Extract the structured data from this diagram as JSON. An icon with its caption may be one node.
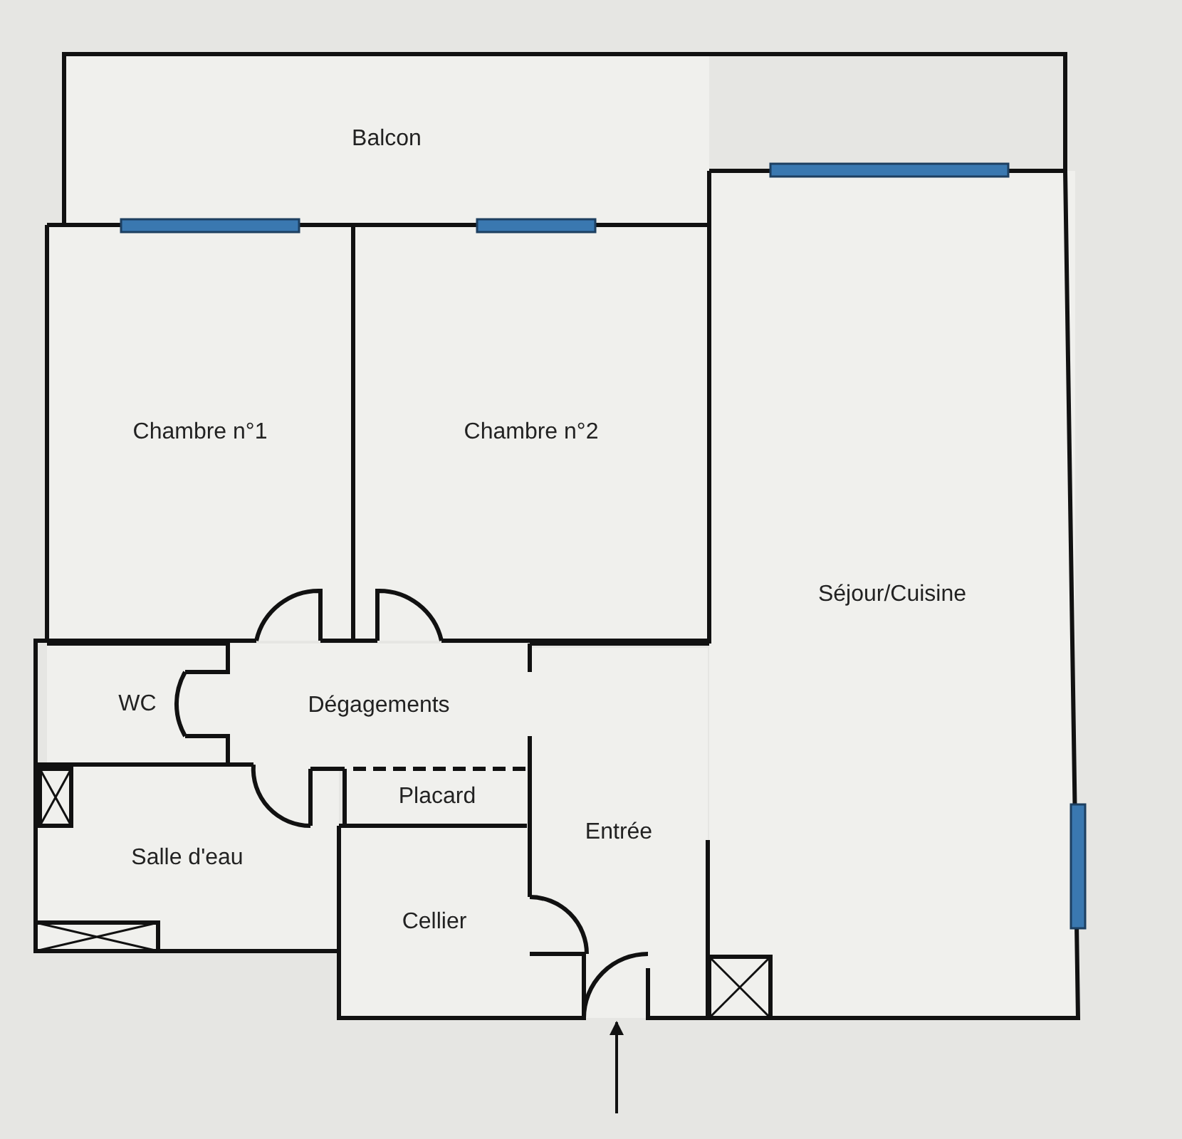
{
  "diagram": {
    "nodes": [
      {
        "text": [
          "Balcon"
        ]
      },
      {
        "text": [
          "Chambre n°1"
        ]
      },
      {
        "text": [
          "Chambre n°2"
        ]
      },
      {
        "text": [
          "Séjour/Cuisine"
        ]
      },
      {
        "text": [
          "WC"
        ]
      },
      {
        "text": [
          "Dégagements"
        ]
      },
      {
        "text": [
          "Placard"
        ]
      },
      {
        "text": [
          "Salle d'eau"
        ]
      },
      {
        "text": [
          "Cellier"
        ]
      },
      {
        "text": [
          "Entrée"
        ]
      }
    ],
    "edges": [
      {
        "from": null,
        "to": 9,
        "arrow": "to"
      }
    ]
  }
}
